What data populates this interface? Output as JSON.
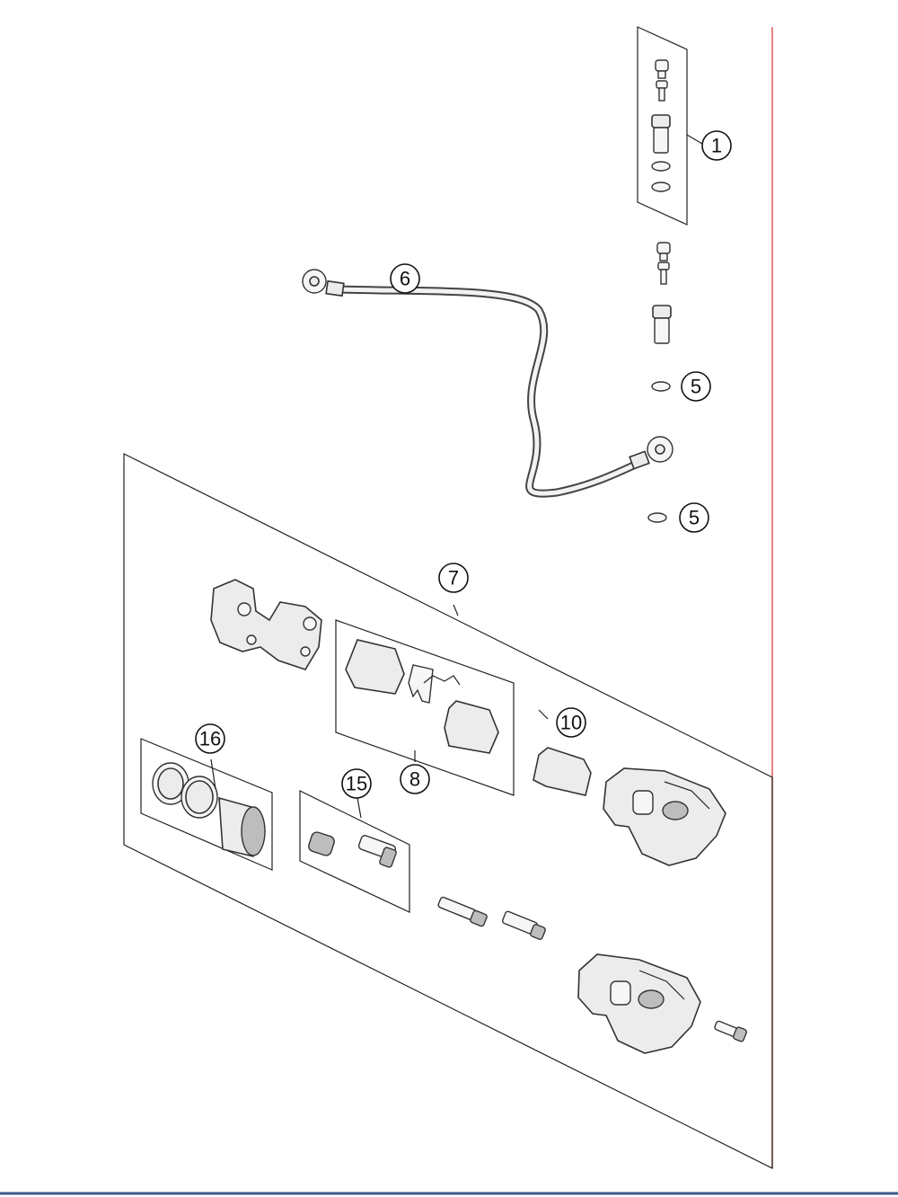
{
  "diagram": {
    "callouts": [
      {
        "id": "c1",
        "label": "1"
      },
      {
        "id": "c5a",
        "label": "5"
      },
      {
        "id": "c5b",
        "label": "5"
      },
      {
        "id": "c6",
        "label": "6"
      },
      {
        "id": "c7",
        "label": "7"
      },
      {
        "id": "c8",
        "label": "8"
      },
      {
        "id": "c10",
        "label": "10"
      },
      {
        "id": "c15",
        "label": "15"
      },
      {
        "id": "c16",
        "label": "16"
      }
    ],
    "colors": {
      "margin_line": "#e05a5a",
      "bottom_rule": "#3a5a8a",
      "outline": "#222222"
    }
  }
}
